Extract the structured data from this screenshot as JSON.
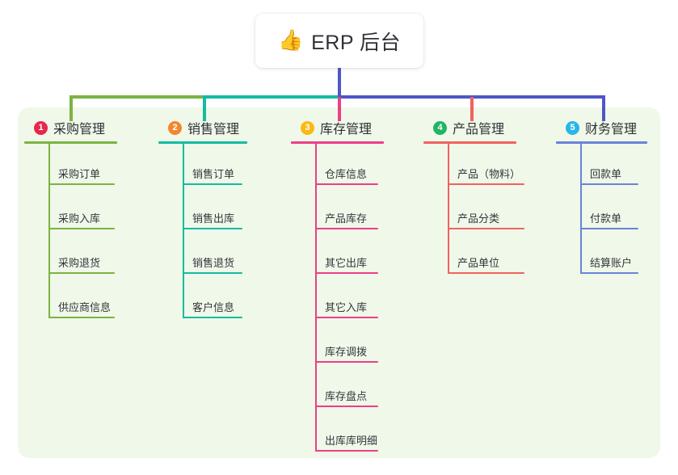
{
  "root": {
    "icon": "thumbs-up-icon",
    "icon_glyph": "👍",
    "title": "ERP 后台"
  },
  "theme": {
    "panel_bg": "#eff8e9",
    "page_bg": "#ffffff",
    "trunk_color": "#4e56c8",
    "bus_green": "#7cb342",
    "bus_teal": "#15bba0",
    "bus_blue": "#4e56c8",
    "stub_pink": "#ec3f87",
    "stub_red": "#f1625f"
  },
  "columns": [
    {
      "number": "1",
      "label": "采购管理",
      "badge_color": "#e8274b",
      "line_color": "#7cb342",
      "items": [
        "采购订单",
        "采购入库",
        "采购退货",
        "供应商信息"
      ]
    },
    {
      "number": "2",
      "label": "销售管理",
      "badge_color": "#f2872f",
      "line_color": "#15bba0",
      "items": [
        "销售订单",
        "销售出库",
        "销售退货",
        "客户信息"
      ]
    },
    {
      "number": "3",
      "label": "库存管理",
      "badge_color": "#fcb813",
      "line_color": "#ec3f87",
      "items": [
        "仓库信息",
        "产品库存",
        "其它出库",
        "其它入库",
        "库存调拨",
        "库存盘点",
        "出库库明细"
      ]
    },
    {
      "number": "4",
      "label": "产品管理",
      "badge_color": "#22b463",
      "line_color": "#f1625f",
      "items": [
        "产品（物料）",
        "产品分类",
        "产品单位"
      ]
    },
    {
      "number": "5",
      "label": "财务管理",
      "badge_color": "#29b6e8",
      "line_color": "#6a83d8",
      "items": [
        "回款单",
        "付款单",
        "结算账户"
      ]
    }
  ]
}
